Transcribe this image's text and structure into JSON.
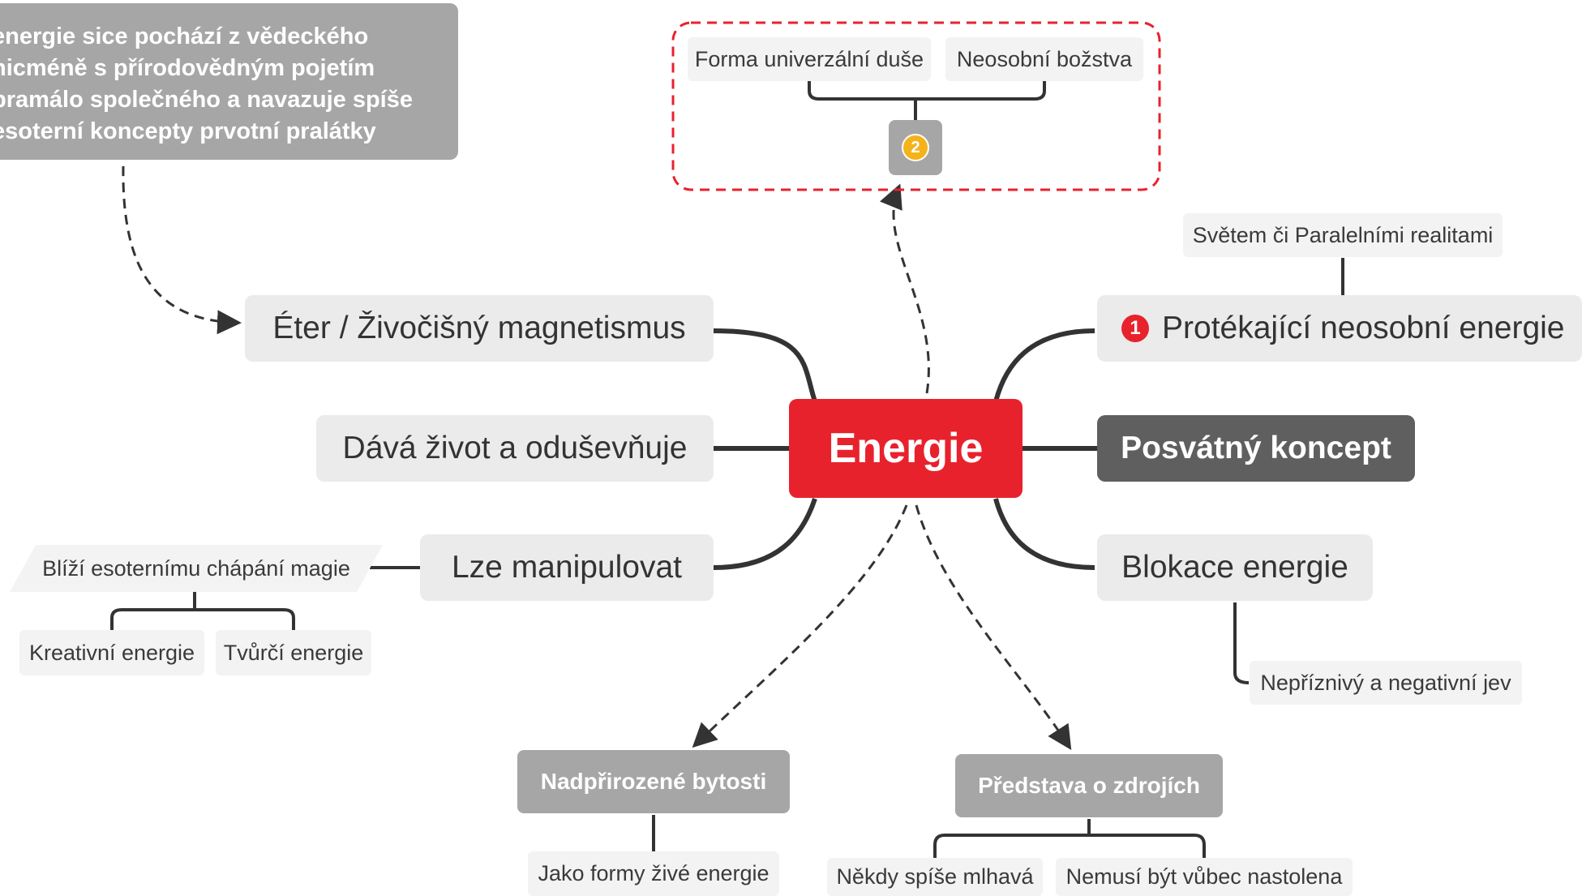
{
  "center": "Energie",
  "note": [
    "energie sice pochází z vědeckého",
    "nicméně s přírodovědným pojetím",
    "pramálo společného a navazuje spíše",
    "esoterní koncepty prvotní pralátky"
  ],
  "left": {
    "eter": "Éter / Živočišný magnetismus",
    "dava": "Dává život a oduševňuje",
    "lze": "Lze manipulovat",
    "blizi": "Blíží esoternímu chápání magie",
    "kreativni": "Kreativní energie",
    "tvurci": "Tvůrčí energie"
  },
  "right": {
    "protekajici": "Protékající neosobní energie",
    "protekajici_badge": "1",
    "svetem": "Světem či Paralelními realitami",
    "posvatny": "Posvátný koncept",
    "blokace": "Blokace energie",
    "nepriznivy": "Nepříznivý a negativní jev"
  },
  "top": {
    "forma": "Forma univerzální duše",
    "neosobni": "Neosobní božstva",
    "badge": "2"
  },
  "bottom": {
    "nadprirozene": "Nadpřirozené bytosti",
    "jako": "Jako formy živé energie",
    "predstava": "Představa o zdrojích",
    "nekdy": "Někdy spíše mlhavá",
    "nemusi": "Nemusí být vůbec nastolena"
  },
  "colors": {
    "center": "#e8222d",
    "dark_node": "#5f5f5f",
    "mid_node": "#a6a6a6",
    "light_node": "#ebebeb",
    "connector": "#333333",
    "boundary": "#e8222d"
  }
}
